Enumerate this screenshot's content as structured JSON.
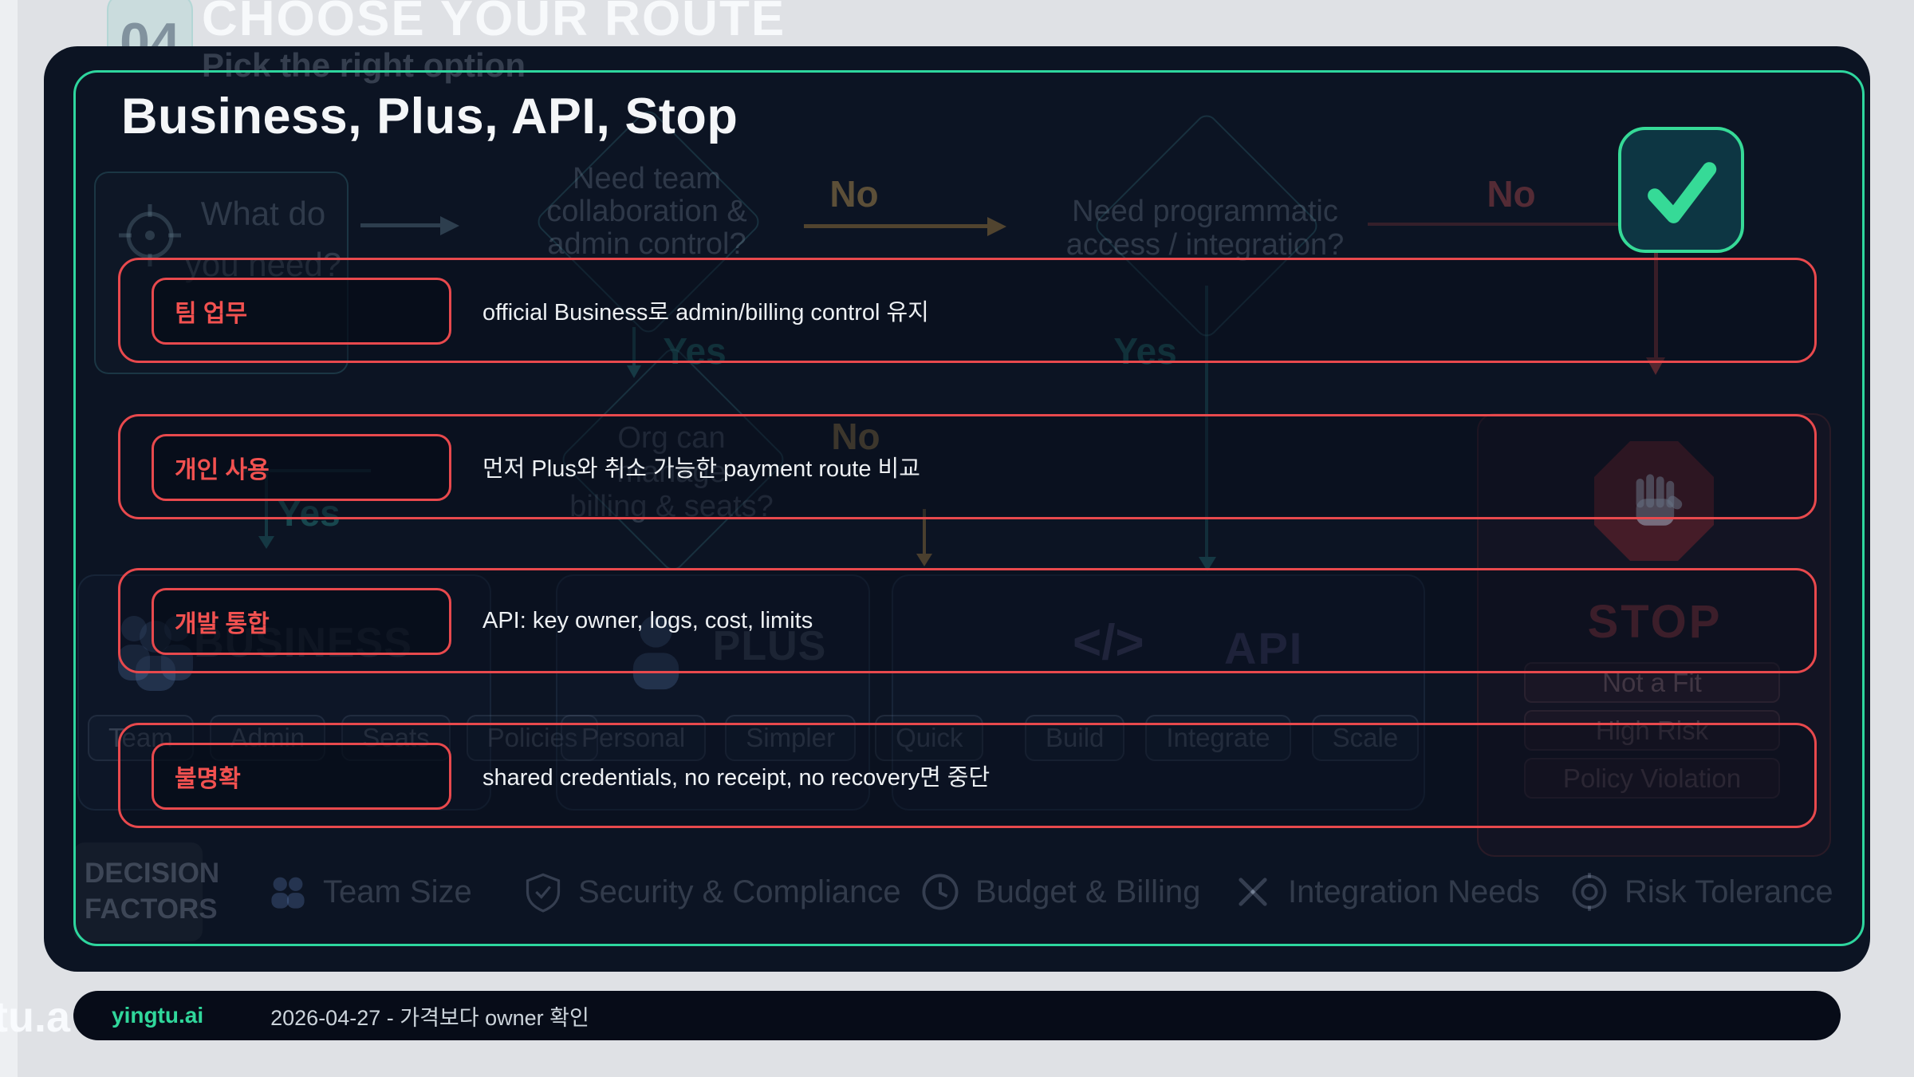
{
  "background": {
    "step_number": "04",
    "title": "CHOOSE YOUR ROUTE",
    "subtitle": "Pick the right option",
    "watermark": "tu.a"
  },
  "card": {
    "title": "Business, Plus, API, Stop",
    "accent_red": "#e8494d",
    "accent_green": "#2ed69e",
    "rows": [
      {
        "label": "팀 업무",
        "desc": "official Business로 admin/billing control 유지"
      },
      {
        "label": "개인 사용",
        "desc": "먼저 Plus와 취소 가능한 payment route 비교"
      },
      {
        "label": "개발 통합",
        "desc": "API: key owner, logs, cost, limits"
      },
      {
        "label": "불명확",
        "desc": "shared credentials, no receipt, no recovery면 중단"
      }
    ]
  },
  "flowchart": {
    "what_box": [
      "What do",
      "you need?"
    ],
    "diamond_team": [
      "Need team",
      "collaboration &",
      "admin control?"
    ],
    "diamond_api": [
      "Need programmatic",
      "access / integration?"
    ],
    "diamond_org": [
      "Org can manage",
      "billing & seats?"
    ],
    "no": "No",
    "yes": "Yes",
    "business": {
      "name": "BUSINESS",
      "chips": [
        "Team",
        "Admin",
        "Seats",
        "Policies"
      ]
    },
    "plus": {
      "name": "PLUS",
      "chips": [
        "Personal",
        "Simpler",
        "Quick"
      ]
    },
    "api": {
      "name": "API",
      "code_glyph": "</>",
      "chips": [
        "Build",
        "Integrate",
        "Scale"
      ]
    },
    "stop": {
      "name": "STOP",
      "items": [
        "Not a Fit",
        "High Risk",
        "Policy Violation"
      ]
    },
    "factors": {
      "heading": [
        "DECISION",
        "FACTORS"
      ],
      "items": [
        "Team Size",
        "Security & Compliance",
        "Budget & Billing",
        "Integration Needs",
        "Risk Tolerance"
      ]
    }
  },
  "footer": {
    "brand": "yingtu.ai",
    "note": "2026-04-27 - 가격보다 owner 확인"
  }
}
